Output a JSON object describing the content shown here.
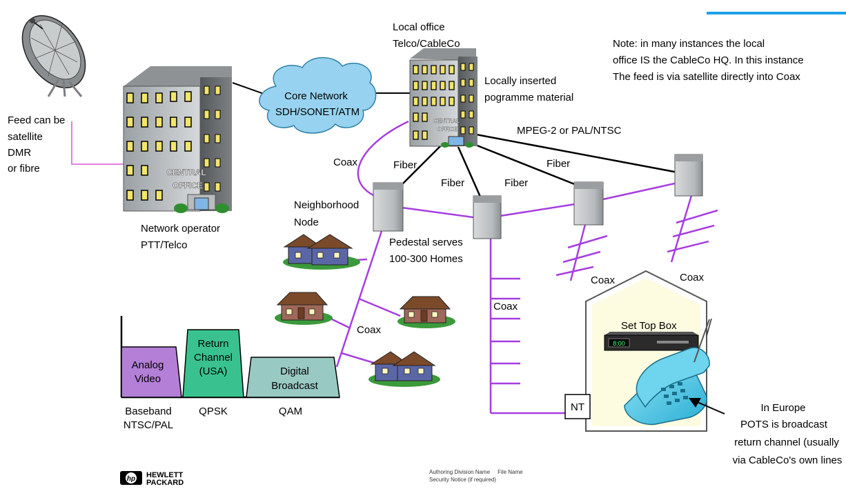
{
  "feed_label": [
    "Feed can be",
    "satellite",
    "DMR",
    "or fibre"
  ],
  "network_operator_label": [
    "Network operator",
    "PTT/Telco"
  ],
  "central_office_sign": [
    "CENTRAL",
    "OFFICE"
  ],
  "core_network_label": [
    "Core Network",
    "SDH/SONET/ATM"
  ],
  "local_office_label": [
    "Local office",
    "Telco/CableCo"
  ],
  "local_central_office_sign": [
    "CENTRAL",
    "OFFICE"
  ],
  "locally_inserted_label": [
    "Locally inserted",
    "pogramme material"
  ],
  "note_label": [
    "Note: in many instances the local",
    "office IS the CableCo HQ. In this instance",
    "The feed is via satellite directly into Coax"
  ],
  "mpeg_label": "MPEG-2 or PAL/NTSC",
  "fiber_labels": [
    "Fiber",
    "Fiber",
    "Fiber",
    "Fiber"
  ],
  "coax_labels": [
    "Coax",
    "Coax",
    "Coax",
    "Coax",
    "Coax"
  ],
  "neighborhood_node_label": [
    "Neighborhood",
    "Node"
  ],
  "pedestal_label": [
    "Pedestal serves",
    "100-300 Homes"
  ],
  "set_top_box_label": "Set Top Box",
  "set_top_box_display": "8:00",
  "nt_label": "NT",
  "europe_label": [
    "In Europe",
    "POTS is broadcast",
    "return channel (usually",
    "via CableCo's own lines"
  ],
  "spectrum": {
    "bands": [
      {
        "label": [
          "Analog",
          "Video"
        ],
        "caption": [
          "Baseband",
          "NTSC/PAL"
        ],
        "color": "#b47fd6"
      },
      {
        "label": [
          "Return",
          "Channel",
          "(USA)"
        ],
        "caption": [
          "QPSK"
        ],
        "color": "#39c28f"
      },
      {
        "label": [
          "Digital",
          "Broadcast"
        ],
        "caption": [
          "QAM"
        ],
        "color": "#99c9c3"
      }
    ]
  },
  "logo": {
    "brand_line1": "HEWLETT",
    "brand_line2": "PACKARD"
  },
  "footer": {
    "line1": "Authoring Division Name     File Name",
    "line2": "Security Notice (if required)"
  },
  "colors": {
    "coax": "#a63de0",
    "accent_bar": "#1ea0e6",
    "house_wall": "#fdfbe0"
  }
}
